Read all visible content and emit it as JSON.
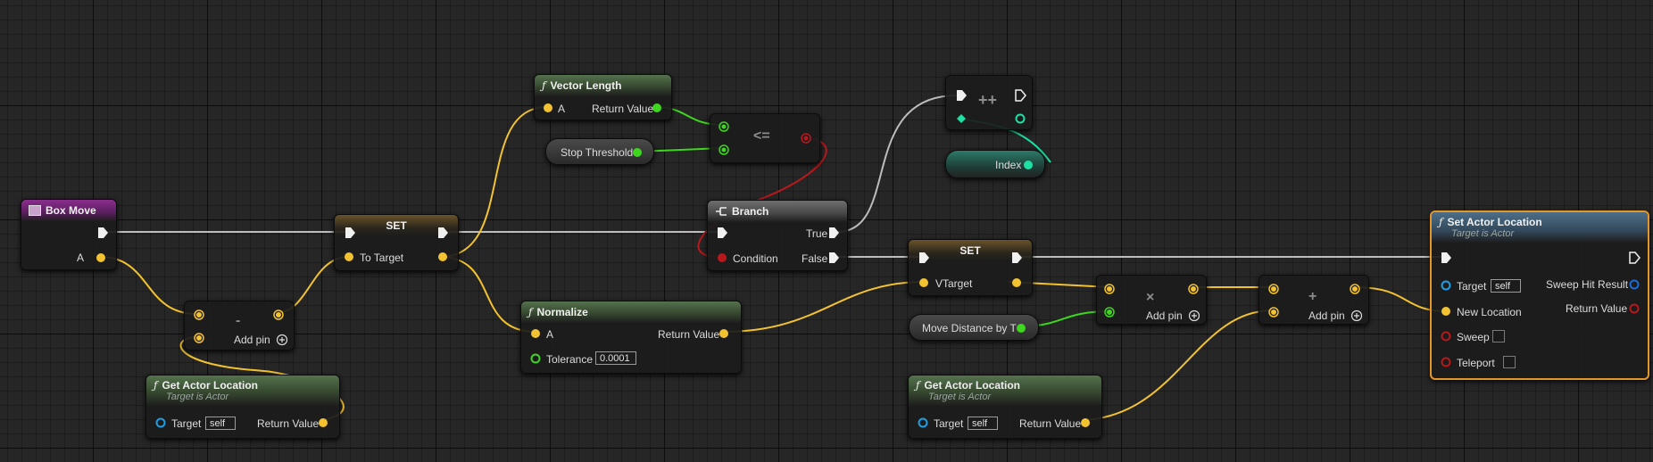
{
  "nodes": {
    "box_move": {
      "title": "Box Move",
      "pin_a": "A"
    },
    "set1": {
      "title": "SET",
      "pin": "To Target"
    },
    "minus": {
      "op": "-",
      "add_pin": "Add pin"
    },
    "get_loc1": {
      "title": "Get Actor Location",
      "subtitle": "Target is Actor",
      "target": "Target",
      "target_value": "self",
      "ret": "Return Value"
    },
    "vec_len": {
      "title": "Vector Length",
      "pin_a": "A",
      "ret": "Return Value"
    },
    "stop": {
      "label": "Stop Threshold"
    },
    "lte": {
      "op": "<="
    },
    "normalize": {
      "title": "Normalize",
      "pin_a": "A",
      "ret": "Return Value",
      "tolerance": "Tolerance",
      "tolerance_value": "0.0001"
    },
    "branch": {
      "title": "Branch",
      "condition": "Condition",
      "true": "True",
      "false": "False"
    },
    "incr": {
      "op": "++"
    },
    "index": {
      "label": "Index"
    },
    "set2": {
      "title": "SET",
      "pin": "VTarget"
    },
    "move_dist": {
      "label": "Move Distance by T"
    },
    "get_loc2": {
      "title": "Get Actor Location",
      "subtitle": "Target is Actor",
      "target": "Target",
      "target_value": "self",
      "ret": "Return Value"
    },
    "mult": {
      "op": "×",
      "add_pin": "Add pin"
    },
    "plus": {
      "op": "+",
      "add_pin": "Add pin"
    },
    "set_loc": {
      "title": "Set Actor Location",
      "subtitle": "Target is Actor",
      "target": "Target",
      "target_value": "self",
      "new_location": "New Location",
      "sweep": "Sweep",
      "teleport": "Teleport",
      "sweep_hit": "Sweep Hit Result",
      "ret": "Return Value"
    }
  },
  "colors": {
    "exec": "#e8e8e8",
    "vector": "#f2c230",
    "float": "#3ed61e",
    "bool": "#b8181c",
    "object": "#1aa0e8",
    "int": "#1ee0a4",
    "selected": "#e4962b"
  }
}
